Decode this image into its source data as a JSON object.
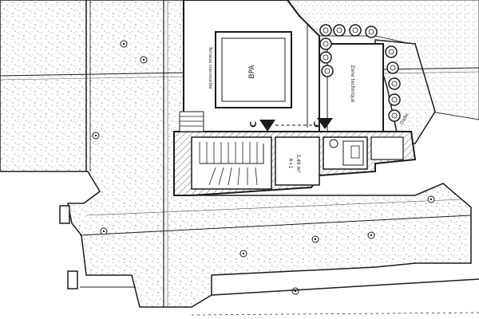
{
  "plan": {
    "section_markers": [
      "C",
      "C"
    ],
    "room_labels": {
      "central_court": "BPA",
      "right_court": "Zone technique",
      "stair_note": "R+1",
      "stair_area": "3,49 m²",
      "right_wall": "Dalle",
      "left_note": "Terrasse inaccessible"
    },
    "colors": {
      "ink": "#1b1b1b",
      "paper": "#ffffff",
      "hatch": "#6a6a6a",
      "light_ink": "#8a8a8a"
    }
  }
}
